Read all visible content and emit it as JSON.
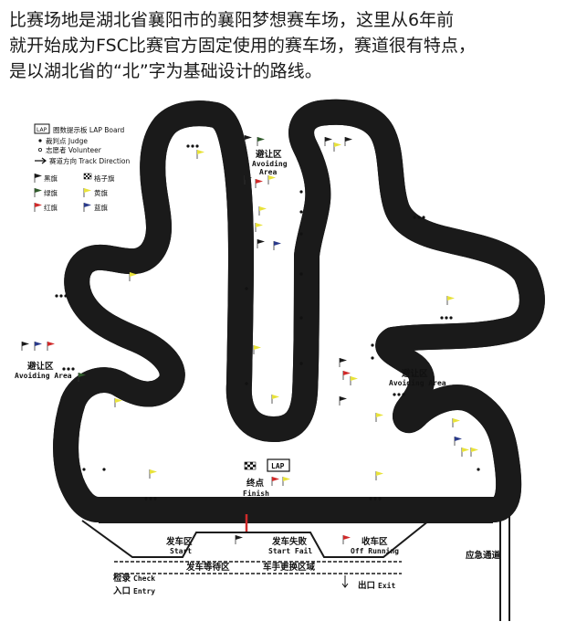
{
  "caption": {
    "line1": "比赛场地是湖北省襄阳市的襄阳梦想赛车场，这里从6年前",
    "line2": "就开始成为FSC比赛官方固定使用的赛车场，赛道很有特点，",
    "line3": "是以湖北省的“北”字为基础设计的路线。"
  },
  "legend": {
    "lap_box": "LAP",
    "lap_board": "圈数提示板 LAP Board",
    "judge": "裁判点 Judge",
    "volunteer": "志愿者 Volunteer",
    "track_direction": "赛道方向 Track Direction",
    "black_flag": "黑旗",
    "checkered_flag": "格子旗",
    "green_flag": "绿旗",
    "yellow_flag": "黄旗",
    "red_flag": "红旗",
    "blue_flag": "蓝旗"
  },
  "map": {
    "avoiding_top_cn": "避让区",
    "avoiding_top_en1": "Avoiding",
    "avoiding_top_en2": "Area",
    "avoiding_left_cn": "避让区",
    "avoiding_left_en": "Avoiding Area",
    "avoiding_right_cn": "避让区",
    "avoiding_right_en": "Avoiding Area",
    "lap_board_label": "LAP",
    "finish_cn": "终点",
    "finish_en": "Finish",
    "start_cn": "发车区",
    "start_en": "Start",
    "start_fail_cn": "发车失败",
    "start_fail_en": "Start Fail",
    "off_running_cn": "收车区",
    "off_running_en": "Off Running",
    "emergency_cn": "应急通道",
    "waiting_cn": "发车等待区",
    "driver_change_cn": "车手更换区域",
    "check_cn": "检录",
    "check_en": "Check",
    "entry_cn": "入口",
    "entry_en": "Entry",
    "exit_cn": "出口",
    "exit_en": "Exit"
  },
  "colors": {
    "track_outline": "#1a1a1a",
    "black_flag": "#1a1a1a",
    "green_flag": "#2f5a2a",
    "yellow_flag": "#e8e23a",
    "red_flag": "#d02a2a",
    "blue_flag": "#2a3a8a"
  }
}
